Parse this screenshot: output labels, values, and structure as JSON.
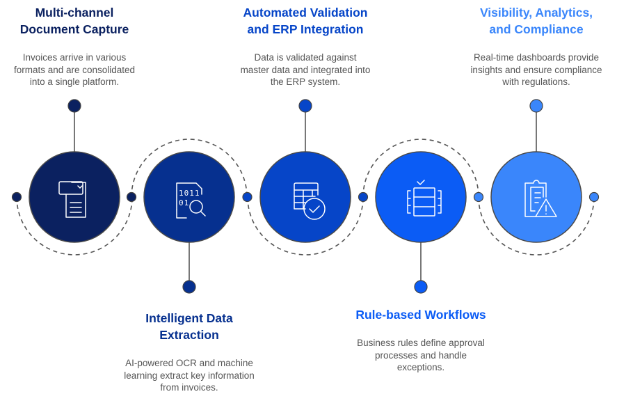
{
  "steps": [
    {
      "title": "Multi-channel\nDocument Capture",
      "description": "Invoices arrive in various\nformats and are consolidated\ninto a single platform.",
      "icon": "document-capture-icon",
      "color": "#0b2160",
      "label_position": "top"
    },
    {
      "title": "Intelligent Data\nExtraction",
      "description": "AI-powered OCR and machine\nlearning extract key information\nfrom invoices.",
      "icon": "data-search-icon",
      "color": "#06308f",
      "label_position": "bottom"
    },
    {
      "title": "Automated Validation\nand ERP Integration",
      "description": "Data is validated against\nmaster data and integrated into\nthe ERP system.",
      "icon": "table-check-icon",
      "color": "#0645c8",
      "label_position": "top"
    },
    {
      "title": "Rule-based Workflows",
      "description": "Business rules define approval\nprocesses and handle\nexceptions.",
      "icon": "workflow-rules-icon",
      "color": "#0b5cf5",
      "label_position": "bottom"
    },
    {
      "title": "Visibility, Analytics,\nand Compliance",
      "description": "Real-time dashboards provide\ninsights and ensure compliance\nwith regulations.",
      "icon": "clipboard-warning-icon",
      "color": "#3a86fb",
      "label_position": "top"
    }
  ],
  "colors": {
    "connector_line": "#555555",
    "dash": "#555555",
    "description_text": "#555555"
  }
}
